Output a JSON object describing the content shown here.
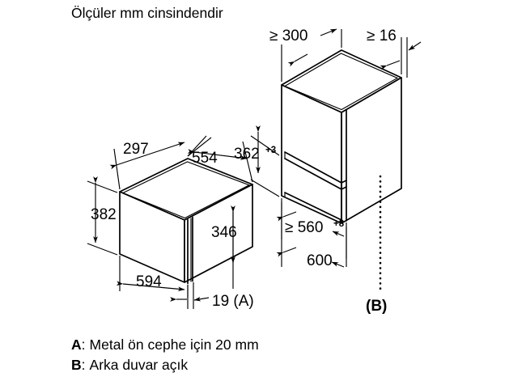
{
  "title": "Ölçüler mm cinsindendir",
  "appliance": {
    "name": "appliance-diagram",
    "dimensions": {
      "depth_top": "297",
      "width_top": "554",
      "height_left": "382",
      "height_front": "346",
      "width_front": "594",
      "front_panel": "19 (A)"
    }
  },
  "niche": {
    "name": "cabinet-niche-diagram",
    "dimensions": {
      "clearance_top": "≥ 300",
      "clearance_side": "≥ 16",
      "niche_height_value": "362",
      "niche_height_tolerance": "+3",
      "niche_width_value": "≥ 560",
      "niche_width_tolerance": "+8",
      "niche_depth": "600"
    },
    "tag": "(B)"
  },
  "notes": [
    {
      "key": "A",
      "separator": ":",
      "text": "Metal ön cephe için 20 mm"
    },
    {
      "key": "B",
      "separator": ":",
      "text": "Arka duvar açık"
    }
  ],
  "colors": {
    "line": "#000000",
    "background": "#ffffff",
    "text": "#000000"
  }
}
